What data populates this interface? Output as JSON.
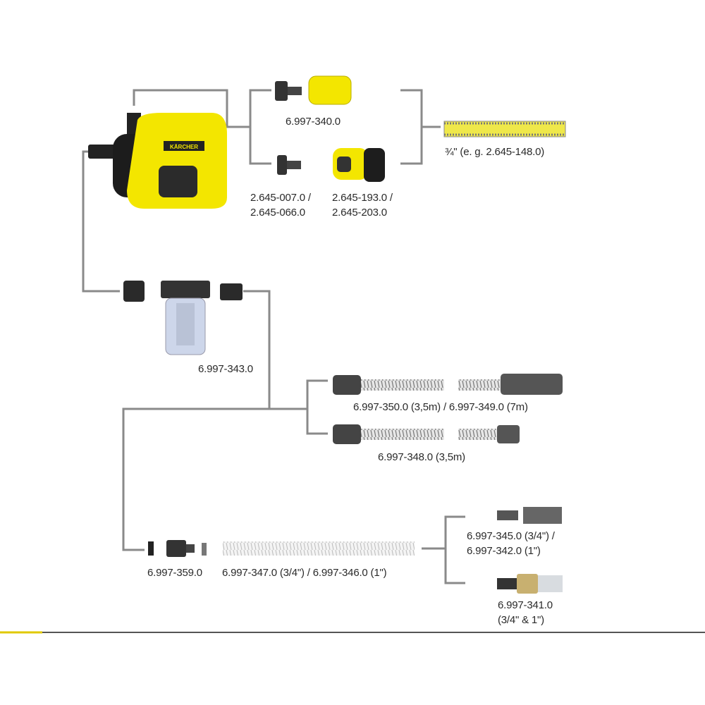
{
  "title": "Pump accessory overview",
  "colors": {
    "accent": "#f3e600",
    "line": "#8a8a8a",
    "dark": "#2b2b2b",
    "text": "#2a2a2a"
  },
  "parts": {
    "pump": {
      "brand": "KÄRCHER"
    },
    "hose_connector_set": {
      "code": "6.997-340.0"
    },
    "tap_adapter": {
      "line1": "2.645-007.0 /",
      "line2": "2.645-066.0"
    },
    "hose_coupling": {
      "line1": "2.645-193.0 /",
      "line2": "2.645-203.0"
    },
    "garden_hose": {
      "label": "¾\" (e. g. 2.645-148.0)"
    },
    "prefilter": {
      "code": "6.997-343.0"
    },
    "suction_hose_set": {
      "label": "6.997-350.0 (3,5m) / 6.997-349.0 (7m)"
    },
    "suction_hose_short": {
      "label": "6.997-348.0 (3,5m)"
    },
    "connector_adapter": {
      "code": "6.997-359.0"
    },
    "suction_hose_meter": {
      "label": "6.997-347.0 (3/4\") / 6.997-346.0 (1\")"
    },
    "suction_filter": {
      "line1": "6.997-345.0 (3/4\") /",
      "line2": "6.997-342.0 (1\")"
    },
    "backflow_valve": {
      "line1": "6.997-341.0",
      "line2": "(3/4\" & 1\")"
    }
  }
}
